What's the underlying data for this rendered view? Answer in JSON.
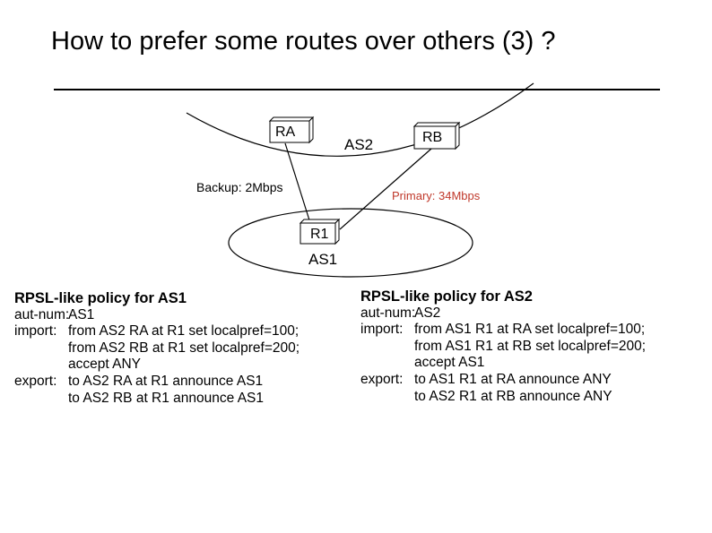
{
  "title": "How to prefer some routes over others (3) ?",
  "diagram": {
    "routers": {
      "ra": "RA",
      "rb": "RB",
      "r1": "R1"
    },
    "as_labels": {
      "as2": "AS2",
      "as1": "AS1"
    },
    "links": {
      "backup": {
        "label": "Backup: 2Mbps",
        "color": "#000000"
      },
      "primary": {
        "label": "Primary: 34Mbps",
        "color": "#c0392b"
      }
    }
  },
  "policy_as1": {
    "heading": "RPSL-like policy for AS1",
    "lines": [
      {
        "kw": "aut-num:",
        "text": "AS1"
      },
      {
        "kw": "import:",
        "text": "from  AS2 RA at R1 set localpref=100;"
      },
      {
        "kw": "",
        "text": "from  AS2 RB at R1 set localpref=200;"
      },
      {
        "kw": "",
        "text": "accept ANY"
      },
      {
        "kw": "export:",
        "text": "to AS2 RA at R1 announce AS1"
      },
      {
        "kw": "",
        "text": "to AS2 RB at R1 announce AS1"
      }
    ]
  },
  "policy_as2": {
    "heading": "RPSL-like policy for AS2",
    "lines": [
      {
        "kw": "aut-num:",
        "text": "AS2"
      },
      {
        "kw": "import:",
        "text": "from  AS1 R1 at RA set localpref=100;"
      },
      {
        "kw": "",
        "text": "from  AS1 R1 at RB set localpref=200;"
      },
      {
        "kw": "",
        "text": "accept AS1"
      },
      {
        "kw": "export:",
        "text": "to AS1 R1 at RA announce ANY"
      },
      {
        "kw": "",
        "text": "to AS2 R1 at RB announce ANY"
      }
    ]
  }
}
